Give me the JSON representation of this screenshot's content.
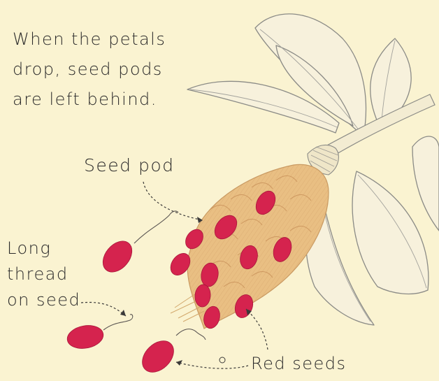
{
  "caption": {
    "lines": [
      "When the petals",
      "drop, seed pods",
      "are left behind."
    ]
  },
  "labels": {
    "seed_pod": "Seed pod",
    "thread_lines": [
      "Long",
      "thread",
      "on seed"
    ],
    "red_seeds": "Red seeds"
  },
  "colors": {
    "background": "#faf3d1",
    "pod": "#e9bf83",
    "seed": "#d5234e",
    "ink": "#2b2a2a",
    "leaf_outline": "#8b8b86"
  }
}
